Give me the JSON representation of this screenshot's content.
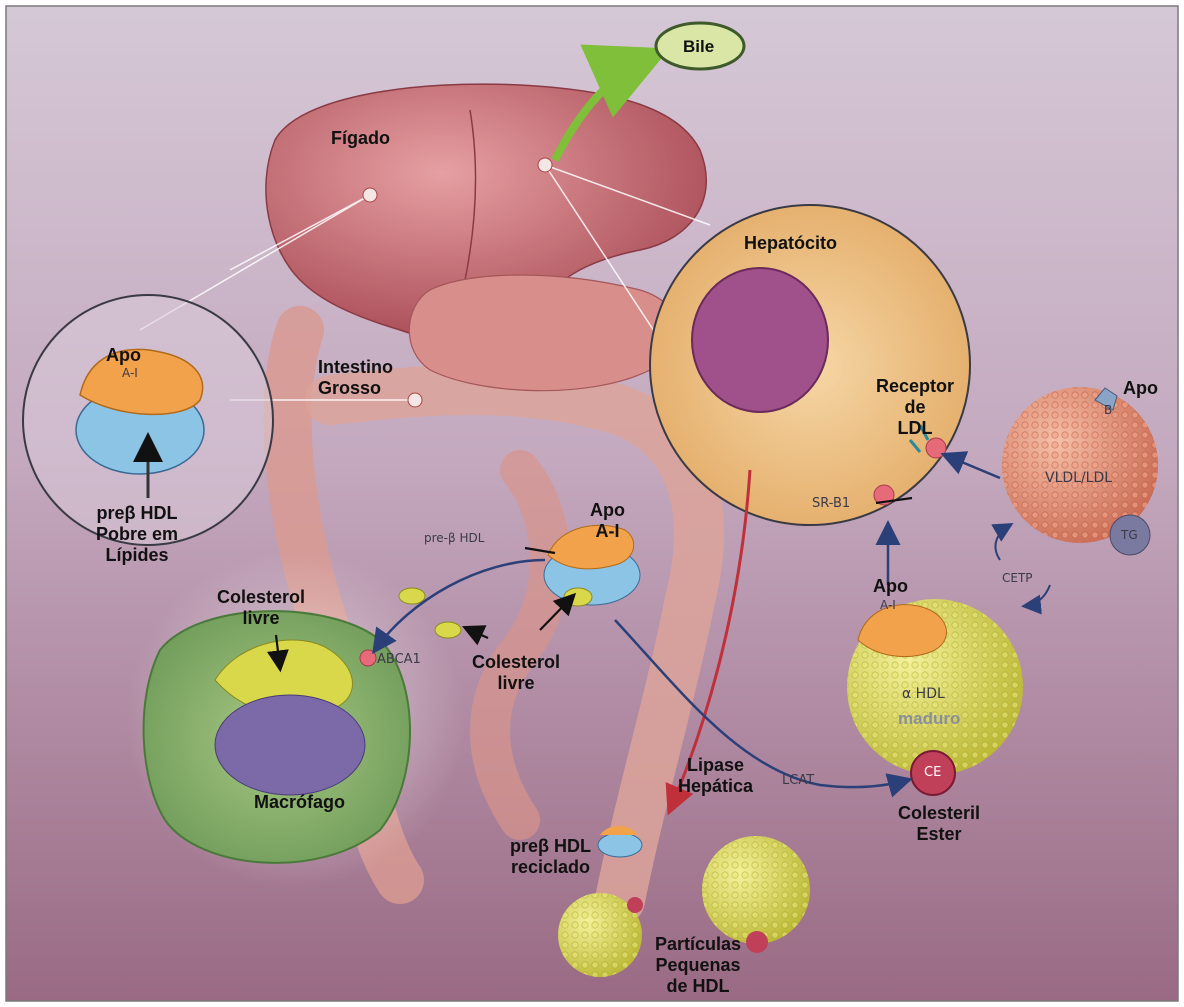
{
  "labels": {
    "bile": "Bile",
    "figado": "Fígado",
    "hepatocito": "Hepatócito",
    "intestino_grosso": [
      "Intestino",
      "Grosso"
    ],
    "apo_a1_circle": "Apo",
    "apo_a1_small": "A-I",
    "pre_beta_poor": [
      "preβ HDL",
      "Pobre em",
      "Lípides"
    ],
    "receptor_ldl": [
      "Receptor",
      "de",
      "LDL"
    ],
    "apo_b_top": "Apo",
    "apo_b_small": "B",
    "vldl_ldl": "VLDL/LDL",
    "tg": "TG",
    "sr_b1": "SR-B1",
    "pre_beta_hdl_small": "pre-β HDL",
    "apo_a1_center": [
      "Apo",
      "A-I"
    ],
    "colesterol_livre_left": [
      "Colesterol",
      "livre"
    ],
    "colesterol_livre_center": [
      "Colesterol",
      "livre"
    ],
    "abca1": "ABCA1",
    "macrofago": "Macrófago",
    "cetp": "CETP",
    "apo_a1_hdl": "Apo",
    "apo_a1_hdl_small": "A-I",
    "alpha_hdl": "α HDL",
    "maduro": "maduro",
    "ce": "CE",
    "colesteril_ester": [
      "Colesteril",
      "Ester"
    ],
    "lcat": "LCAT",
    "lipase_hepatica": [
      "Lipase",
      "Hepática"
    ],
    "pre_beta_reciclado": [
      "preβ HDL",
      "reciclado"
    ],
    "particulas": [
      "Partículas",
      "Pequenas",
      "de HDL"
    ]
  },
  "colors": {
    "background_top": "#c9b8c7",
    "background_bottom": "#9c6f86",
    "liver": "#b8575e",
    "intestine": "#d89a92",
    "macrophage": "#8fb26a",
    "nucleus": "#7c6aa8",
    "hdl_particle": "#d8d84a",
    "vldl": "#d9826e",
    "apo_a1": "#f2a24a",
    "pre_beta_body": "#8cc4e6",
    "arrow_blue": "#2b3f78",
    "arrow_red": "#c0303a",
    "bile_fill": "#d9e6a6"
  }
}
